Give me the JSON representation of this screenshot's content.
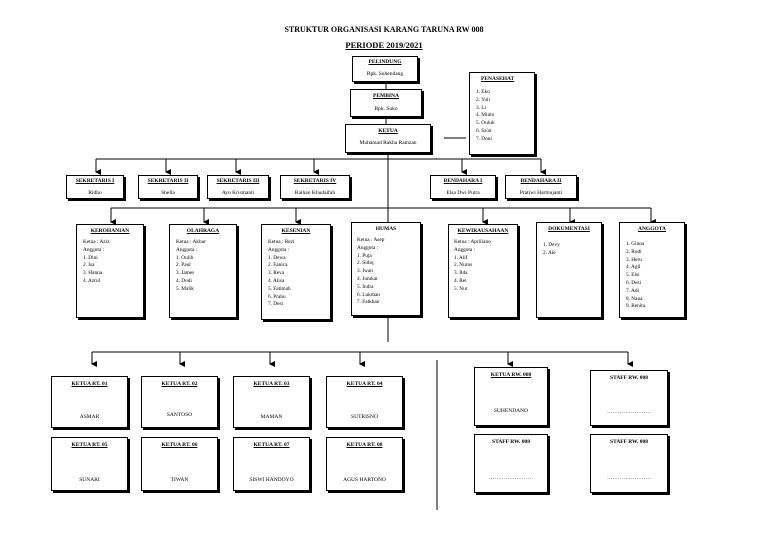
{
  "header": {
    "title": "STRUKTUR ORGANISASI KARANG TARUNA RW 008",
    "period": "PERIODE 2019/2021"
  },
  "pelindung": {
    "title": "PELINDUNG",
    "name": "Bpk. Suhendang"
  },
  "pembina": {
    "title": "PEMBINA",
    "name": "Bpk. Suko"
  },
  "ketua": {
    "title": "KETUA",
    "name": "Muhamad Rakha Ramzan"
  },
  "penasehat": {
    "title": "PENASEHAT",
    "members": [
      "1. Eko",
      "2. Yuli",
      "3. Li",
      "4. Minto",
      "5. Ouluh",
      "6. Sa'at",
      "7. Doni"
    ]
  },
  "sekretaris": [
    {
      "title": "SEKRETARIS I",
      "name": "Ridho"
    },
    {
      "title": "SEKRETARIS II",
      "name": "Shella"
    },
    {
      "title": "SEKRETARIS III",
      "name": "Ayu Krismanti"
    },
    {
      "title": "SEKRETARIS IV",
      "name": "Raihan Khudaifah"
    }
  ],
  "bendahara": [
    {
      "title": "BENDAHARA I",
      "name": "Elsa Dwi Putra"
    },
    {
      "title": "BENDAHARA II",
      "name": "Pratiwi Harmujanti"
    }
  ],
  "divisions": [
    {
      "title": "KEROHANIAN",
      "lines": [
        "Ketua    : Aziz",
        "Anggota :",
        "1. Dini",
        "2. Isa",
        "3. Hanna",
        "4. Azrul"
      ]
    },
    {
      "title": "OLAHRAGA",
      "lines": [
        "Ketua    : Akbar",
        "Anggota :",
        "1. Oulih",
        "2. Paul",
        "3. James",
        "4. Dodi",
        "5. Malik"
      ]
    },
    {
      "title": "KESENIAN",
      "lines": [
        "Ketua    : Rezi",
        "Anggota :",
        "1. Dewa",
        "2. Fanica",
        "3. Reva",
        "4. Alisa",
        "5. Fatimah",
        "6. Prabu",
        "7. Desi"
      ]
    },
    {
      "title": "HUMAS",
      "lines": [
        "Ketua    : Asep",
        "Anggota :",
        "1. Puja",
        "2. Sidiq",
        "3. Iwan",
        "4. Jumkar",
        "5. Indra",
        "6. Lukman",
        "7. Fatkhan"
      ]
    },
    {
      "title": "KEWIRAUSAHAAN",
      "lines": [
        "Ketua    : Apriliano",
        "Anggota :",
        "1. Alif",
        "2. Nurus",
        "3. Ilda",
        "4. Rei",
        "5. Nur"
      ]
    },
    {
      "title": "DOKUMENTASI",
      "lines": [
        "1. Devy",
        "2. Ale"
      ]
    },
    {
      "title": "ANGGOTA",
      "lines": [
        "1. Ginna",
        "2. Rudi",
        "3. Heru",
        "4. Agil",
        "5. Elsi",
        "6. Desi",
        "7. Adi",
        "8. Nana",
        "9. Renita"
      ]
    }
  ],
  "rt": [
    {
      "title": "KETUA RT. 01",
      "name": "ASMAR"
    },
    {
      "title": "KETUA RT. 02",
      "name": "SANTOSO"
    },
    {
      "title": "KETUA RT. 03",
      "name": "MAMAN"
    },
    {
      "title": "KETUA RT. 04",
      "name": "SUTRISNO"
    },
    {
      "title": "KETUA RT. 05",
      "name": "SUNARI"
    },
    {
      "title": "KETUA RT. 06",
      "name": "TIWAN"
    },
    {
      "title": "KETUA RT. 07",
      "name": "SISWI HANDOYO"
    },
    {
      "title": "KETUA RT. 08",
      "name": "AGUS HARTONO"
    }
  ],
  "rw": [
    {
      "title": "KETUA RW. 008",
      "name": "SUHENDANO"
    },
    {
      "title": "STAFF RW. 008",
      "name": "……………………"
    },
    {
      "title": "STAFF RW. 008",
      "name": "……………………"
    },
    {
      "title": "STAFF RW. 008",
      "name": "……………………"
    }
  ]
}
